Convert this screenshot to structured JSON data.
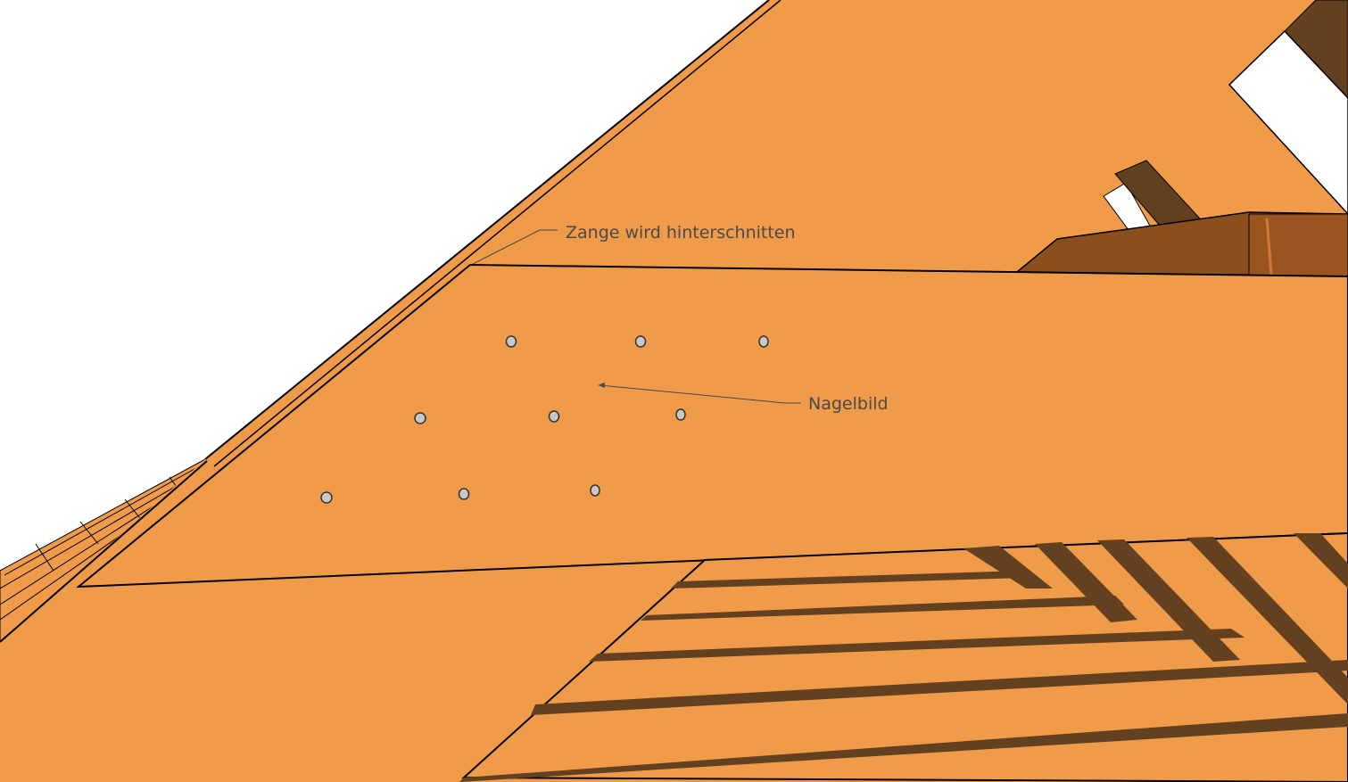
{
  "annotations": {
    "zange": "Zange wird hinterschnitten",
    "nagelbild": "Nagelbild"
  },
  "nail_count": 9,
  "colors": {
    "wood_light": "#f09b4a",
    "wood_dark": "#63401f",
    "wood_mid": "#8a4f1c",
    "nail": "#c8c8c8",
    "edge": "#000000",
    "background": "#ffffff",
    "leader": "#4a4a4a"
  }
}
